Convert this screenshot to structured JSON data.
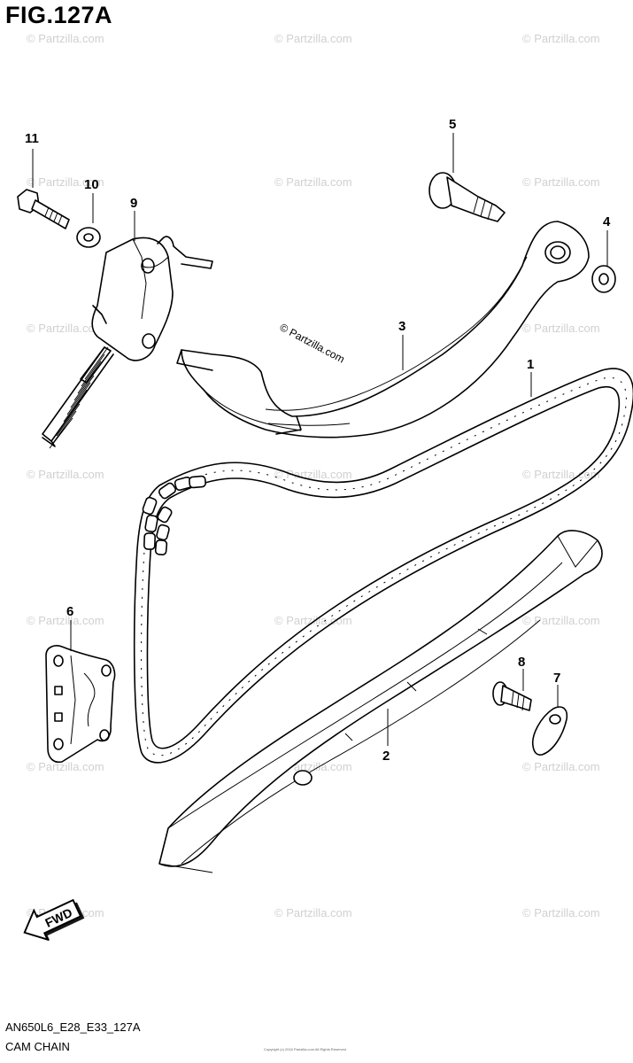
{
  "figure": {
    "title": "FIG.127A",
    "code": "AN650L6_E28_E33_127A",
    "caption": "CAM CHAIN",
    "copyright": "Copyright (c) 2016 Partzilla.com All Rights Reserved"
  },
  "watermark": {
    "text": "© Partzilla.com"
  },
  "direction_badge": {
    "label": "FWD"
  },
  "callouts": {
    "c1": "1",
    "c2": "2",
    "c3": "3",
    "c4": "4",
    "c5": "5",
    "c6": "6",
    "c7": "7",
    "c8": "8",
    "c9": "9",
    "c10": "10",
    "c11": "11"
  },
  "colors": {
    "line": "#000000",
    "watermark": "#d0d0d0",
    "background": "#ffffff"
  }
}
